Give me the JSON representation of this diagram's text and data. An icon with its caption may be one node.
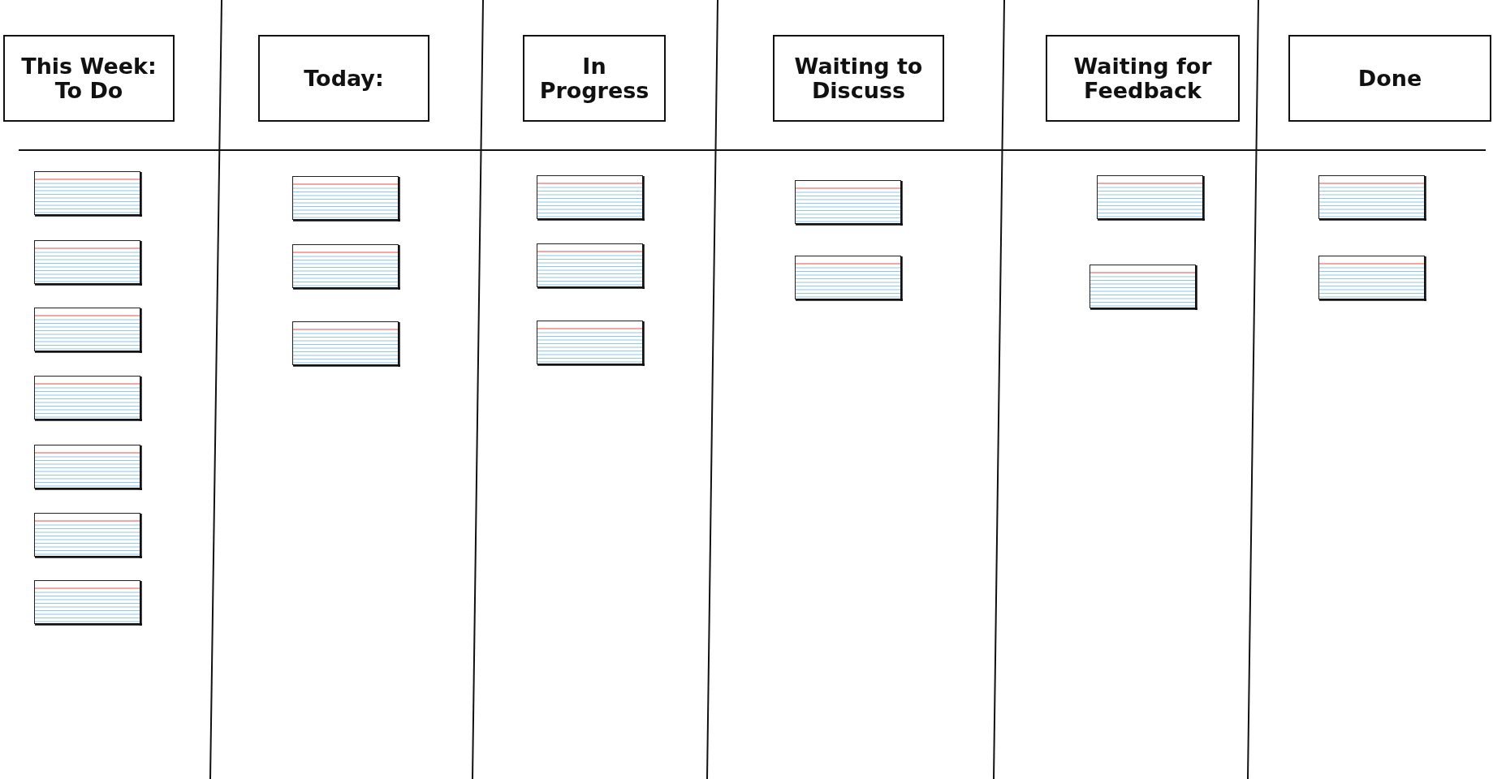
{
  "diagram": {
    "nodes": [
      {
        "text": [
          "This Week: To Do"
        ]
      },
      {
        "text": [
          "Today:"
        ]
      },
      {
        "text": [
          "In Progress"
        ]
      },
      {
        "text": [
          "Waiting to Discuss"
        ]
      },
      {
        "text": [
          "Waiting for Feedback"
        ]
      },
      {
        "text": [
          "Done"
        ]
      },
      {
        "text": [],
        "shape": "box"
      },
      {
        "text": [],
        "shape": "box"
      },
      {
        "text": [],
        "shape": "box"
      },
      {
        "text": [],
        "shape": "box"
      },
      {
        "text": [],
        "shape": "box"
      },
      {
        "text": [],
        "shape": "box"
      },
      {
        "text": [],
        "shape": "box"
      },
      {
        "text": [],
        "shape": "box"
      },
      {
        "text": [],
        "shape": "box"
      },
      {
        "text": [],
        "shape": "box"
      },
      {
        "text": [],
        "shape": "box"
      },
      {
        "text": [],
        "shape": "box"
      },
      {
        "text": [],
        "shape": "box"
      },
      {
        "text": [],
        "shape": "box"
      },
      {
        "text": [],
        "shape": "box"
      },
      {
        "text": [],
        "shape": "box"
      },
      {
        "text": [],
        "shape": "box"
      },
      {
        "text": [],
        "shape": "box"
      },
      {
        "text": [],
        "shape": "box"
      }
    ]
  }
}
